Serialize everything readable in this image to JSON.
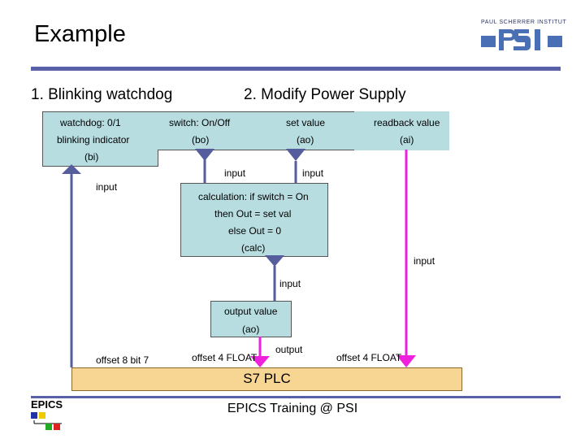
{
  "title": "Example",
  "logo": {
    "top_text": "PAUL SCHERRER INSTITUT",
    "brand": "PSI"
  },
  "headings": {
    "h1": "1. Blinking watchdog",
    "h2": "2. Modify Power Supply"
  },
  "top_records": {
    "watchdog": "watchdog: 0/1",
    "blinking": "blinking indicator",
    "bi": "(bi)",
    "switch": "switch: On/Off",
    "bo": "(bo)",
    "setvalue": "set value",
    "ao": "(ao)",
    "readback": "readback value",
    "ai": "(ai)"
  },
  "calc": {
    "line1": "calculation: if switch = On",
    "line2": "then Out = set val",
    "line3": "else Out = 0",
    "line4": "(calc)"
  },
  "output_record": {
    "line1": "output value",
    "line2": "(ao)"
  },
  "labels": {
    "input_switch": "input",
    "input_setval": "input",
    "input_watchdog": "input",
    "input_calc_out": "input",
    "input_readback": "input",
    "output": "output",
    "offset_bit": "offset 8 bit 7",
    "offset_float_left": "offset 4 FLOAT",
    "offset_float_right": "offset 4 FLOAT"
  },
  "plc_label": "S7 PLC",
  "footer": "EPICS Training @ PSI",
  "epics_logo": "EPICS",
  "colors": {
    "record_fill": "#b8dde0",
    "plc_fill": "#f7d694",
    "arrow_blue": "#565d9c",
    "arrow_magenta": "#ee22dd",
    "rule": "#5a60a8"
  }
}
